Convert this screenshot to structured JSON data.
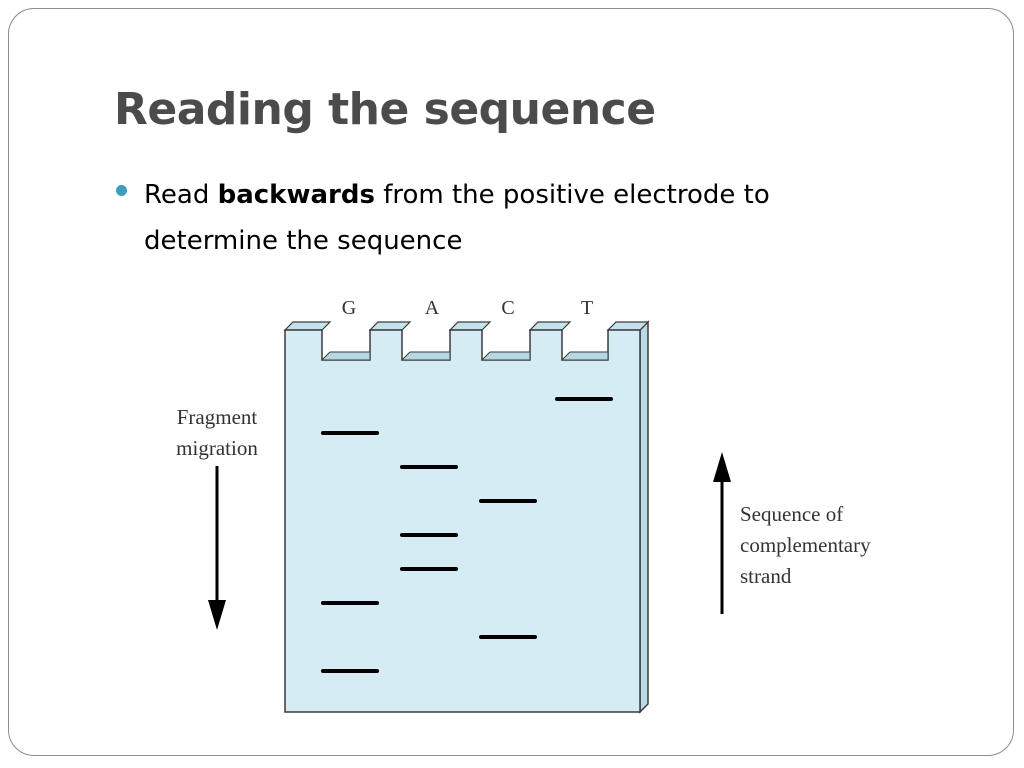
{
  "slide": {
    "title": "Reading the sequence",
    "bullet": {
      "before": "Read",
      "bold": "backwards",
      "after": "from the positive electrode to determine the sequence"
    }
  },
  "gel": {
    "lanes": [
      "G",
      "A",
      "C",
      "T"
    ],
    "left_caption": [
      "Fragment",
      "migration"
    ],
    "right_caption": [
      "Sequence of",
      "complementary",
      "strand"
    ],
    "bands": [
      {
        "lane": 3,
        "order": 1
      },
      {
        "lane": 0,
        "order": 2
      },
      {
        "lane": 1,
        "order": 3
      },
      {
        "lane": 2,
        "order": 4
      },
      {
        "lane": 1,
        "order": 5
      },
      {
        "lane": 1,
        "order": 6
      },
      {
        "lane": 0,
        "order": 7
      },
      {
        "lane": 2,
        "order": 8
      },
      {
        "lane": 0,
        "order": 9
      }
    ],
    "colors": {
      "gel_fill": "#d5ecf4",
      "gel_edge": "#3a3a3a",
      "band": "#000000",
      "arrow": "#000000",
      "bullet": "#3aa0bd",
      "title": "#4b4b4b"
    }
  }
}
